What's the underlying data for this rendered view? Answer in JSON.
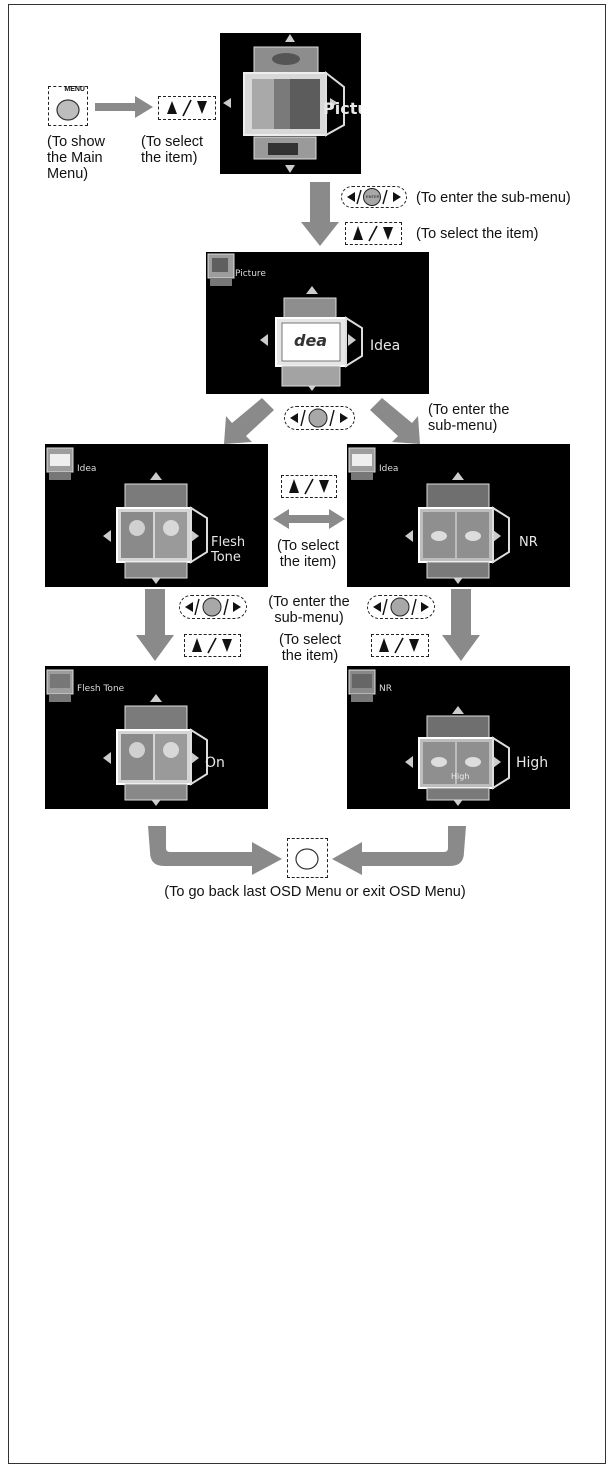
{
  "menu_key": {
    "label": "MENU"
  },
  "enter_key": {
    "label": "ENTER"
  },
  "captions": {
    "show_main_menu": [
      "(To show",
      "the Main",
      "Menu)"
    ],
    "select_item_top": [
      "(To select",
      "the item)"
    ],
    "enter_submenu_1": "(To enter the sub-menu)",
    "select_item_1": "(To select the item)",
    "enter_submenu_2": [
      "(To enter the",
      "sub-menu)"
    ],
    "select_item_mid": [
      "(To select",
      "the item)"
    ],
    "enter_submenu_3": [
      "(To enter the",
      "sub-menu)"
    ],
    "select_item_3": [
      "(To select",
      "the item)"
    ],
    "go_back": "(To go back last OSD Menu or exit OSD Menu)"
  },
  "screens": {
    "main": {
      "item": "Picture"
    },
    "idea": {
      "crumb": "Picture",
      "item": "Idea",
      "logo": "dea"
    },
    "flesh_tone": {
      "crumb": "Idea",
      "item": "Flesh Tone"
    },
    "nr": {
      "crumb": "Idea",
      "item": "NR"
    },
    "flesh_on": {
      "crumb": "Flesh Tone",
      "item": "On"
    },
    "nr_high": {
      "crumb": "NR",
      "item": "High",
      "tile_text": "High"
    }
  },
  "colors": {
    "arrow": "#8a8a8a",
    "screen_bg": "#000000"
  }
}
